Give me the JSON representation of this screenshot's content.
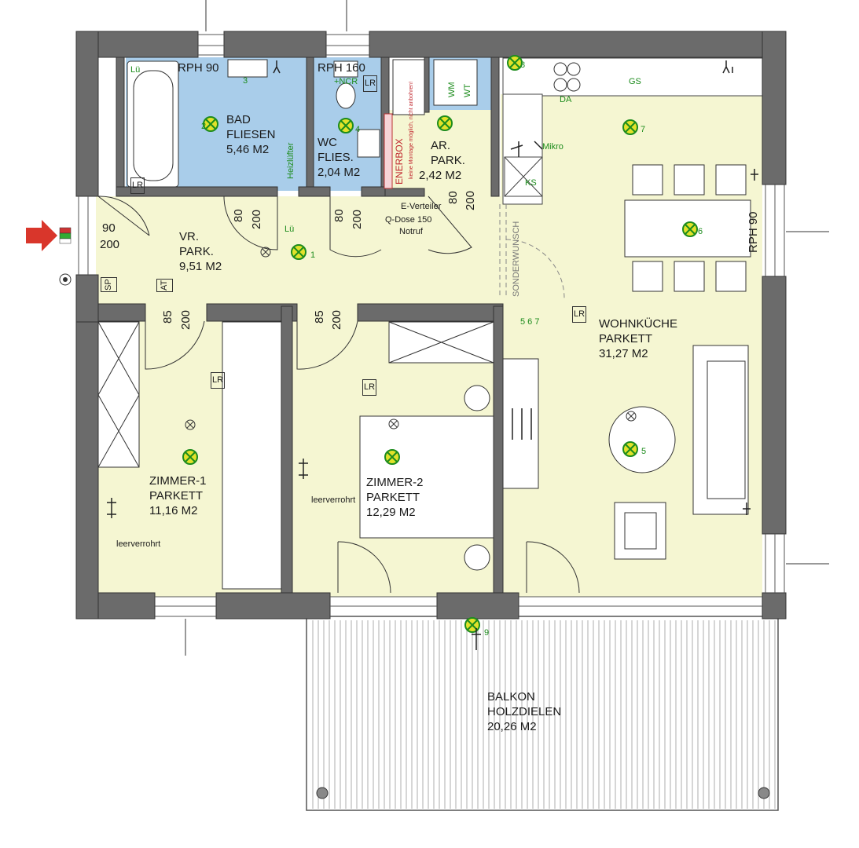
{
  "rooms": {
    "bad": {
      "name": "BAD",
      "floor": "FLIESEN",
      "area": "5,46 M2"
    },
    "wc": {
      "name": "WC",
      "floor": "FLIES.",
      "area": "2,04 M2"
    },
    "ar": {
      "name": "AR.",
      "floor": "PARK.",
      "area": "2,42 M2"
    },
    "vr": {
      "name": "VR.",
      "floor": "PARK.",
      "area": "9,51 M2"
    },
    "wohnkueche": {
      "name": "WOHNKÜCHE",
      "floor": "PARKETT",
      "area": "31,27 M2"
    },
    "zimmer1": {
      "name": "ZIMMER-1",
      "floor": "PARKETT",
      "area": "11,16 M2"
    },
    "zimmer2": {
      "name": "ZIMMER-2",
      "floor": "PARKETT",
      "area": "12,29 M2"
    },
    "balkon": {
      "name": "BALKON",
      "floor": "HOLZDIELEN",
      "area": "20,26 M2"
    }
  },
  "window_labels": {
    "rph_bad": "RPH 90",
    "rph_wc": "RPH 160",
    "rph_wohn": "RPH 90"
  },
  "door_dims": {
    "entry_w": "90",
    "entry_h": "200",
    "bad_w": "80",
    "bad_h": "200",
    "wc_w": "80",
    "wc_h": "200",
    "ar_w": "80",
    "ar_h": "200",
    "z1_w": "85",
    "z1_h": "200",
    "z2_w": "85",
    "z2_h": "200"
  },
  "annotations": {
    "heizluefter": "Heizlüfter",
    "enerbox": "ENERBOX",
    "enerbox_note": "keine Montage möglich, nicht anbohren!",
    "e_verteiler": "E-Verteiler",
    "q_dose": "Q-Dose 150",
    "notruf": "Notruf",
    "sonderwunsch": "SONDERWUNSCH",
    "mikro": "Mikro",
    "leerverrohrt_z1": "leerverrohrt",
    "leerverrohrt_z2": "leerverrohrt",
    "lr": "LR",
    "sp": "SP",
    "at": "AT",
    "lue": "Lü",
    "ncr": "+NCR",
    "gs": "GS",
    "da": "DA",
    "ks": "KS",
    "wm": "WM",
    "wt": "WT"
  },
  "light_numbers": [
    "1",
    "2",
    "3",
    "4",
    "5",
    "6",
    "7",
    "8",
    "9"
  ],
  "switch_number_groups": {
    "wohn_switches": "5 6 7"
  },
  "colors": {
    "wet_area": "#a9cdea",
    "living_area": "#f5f6d2",
    "wall": "#6b6b6b",
    "balcony": "#ffffff",
    "symbol_green": "#1d8c1d",
    "entry_arrow": "#d9362b",
    "light_fill": "#e2e22a"
  }
}
